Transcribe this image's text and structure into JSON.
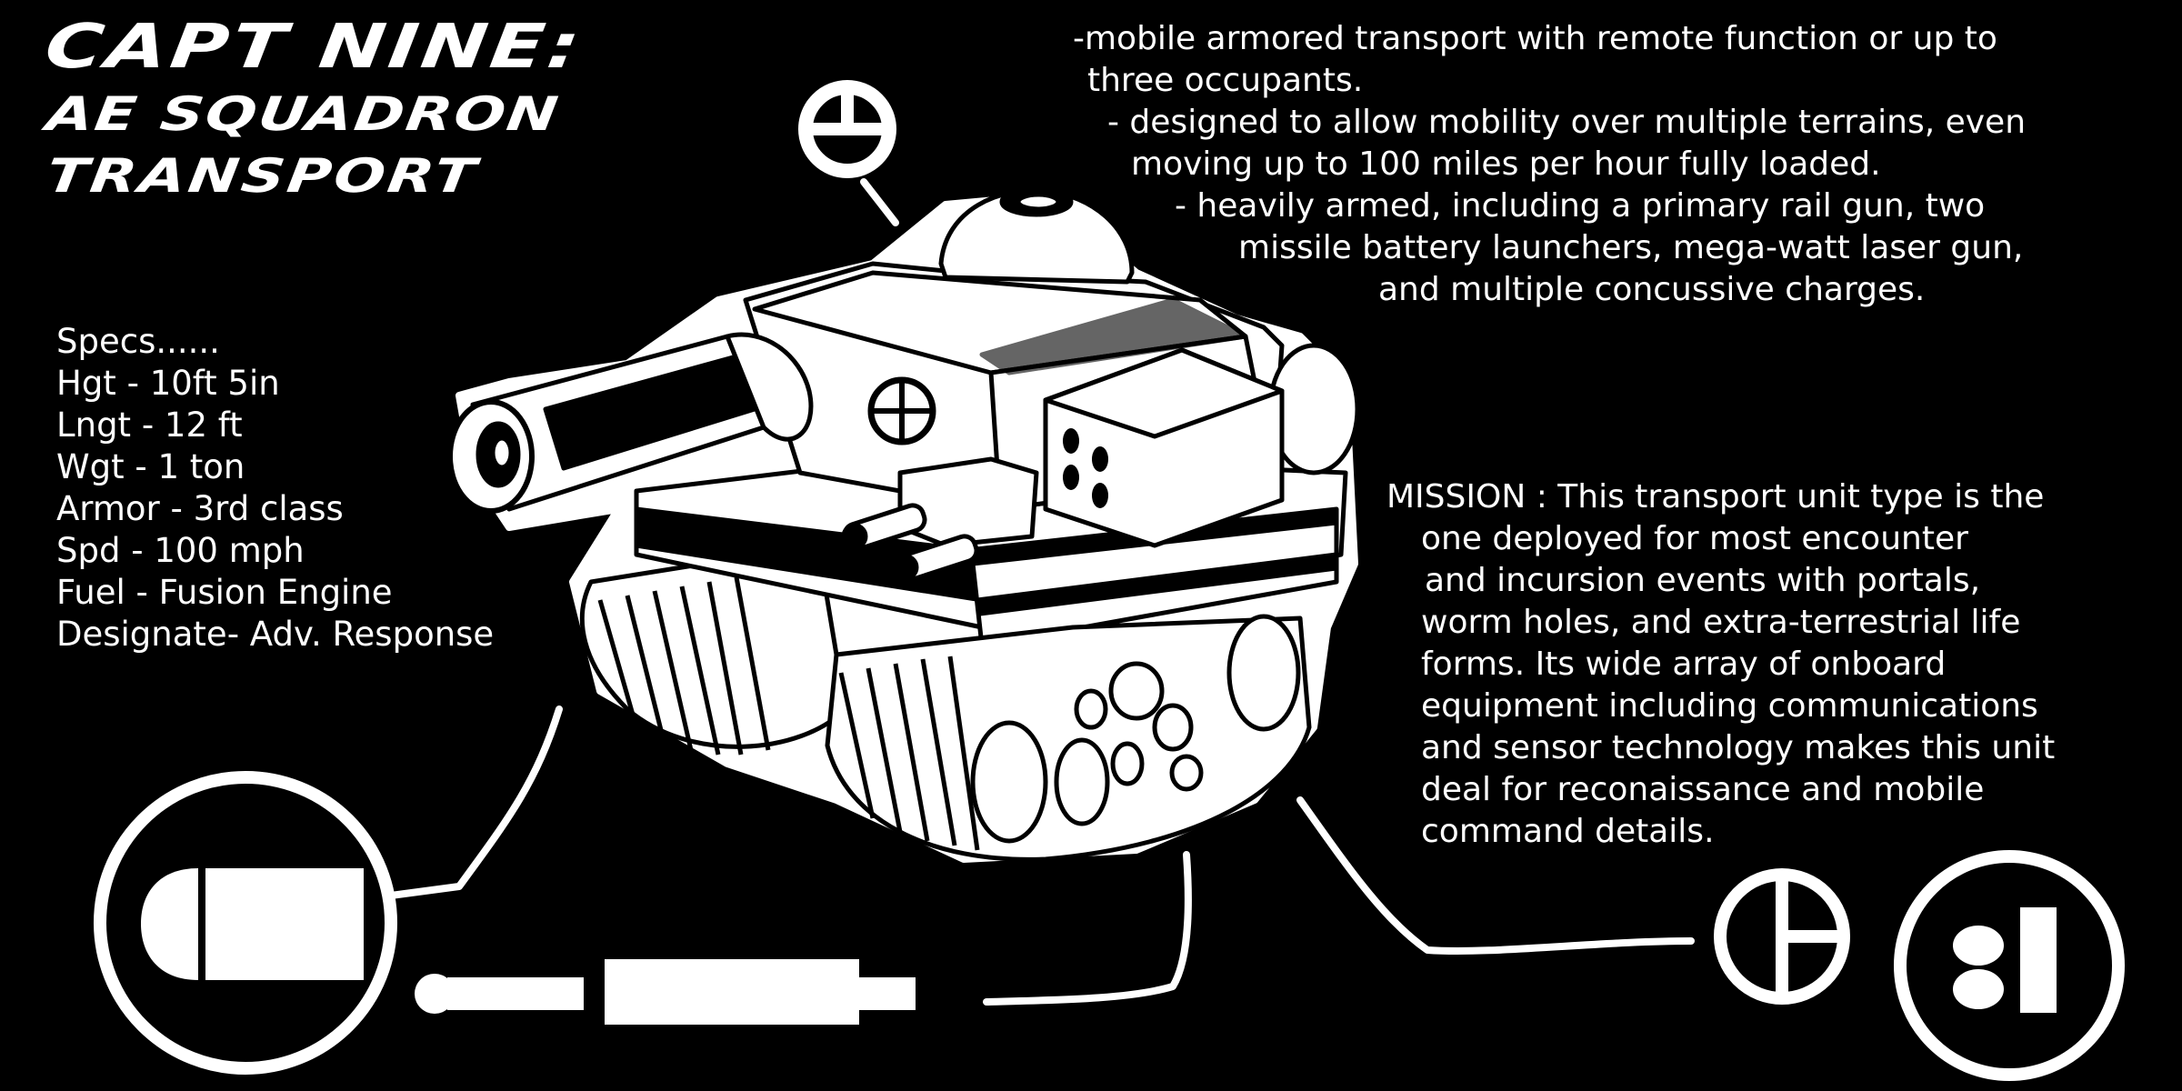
{
  "title": {
    "line1": "CAPT NINE:",
    "line2": "AE SQUADRON",
    "line3": "TRANSPORT"
  },
  "specs": {
    "heading": "Specs......",
    "items": [
      "Hgt - 10ft 5in",
      "Lngt - 12 ft",
      "Wgt - 1 ton",
      "Armor - 3rd class",
      "Spd - 100 mph",
      "Fuel - Fusion Engine",
      "Designate- Adv. Response"
    ]
  },
  "description": {
    "lines": [
      "-mobile armored transport with remote function or up to",
      "three occupants.",
      "- designed to allow mobility over multiple terrains, even",
      "moving up to 100 miles per hour fully loaded.",
      "- heavily armed, including a primary rail gun, two",
      "missile battery launchers, mega-watt laser gun,",
      "and multiple concussive charges."
    ]
  },
  "mission": {
    "lines": [
      "MISSION :  This transport unit type is the",
      "one deployed for most encounter",
      "and incursion events with portals,",
      "worm holes, and extra-terrestrial life",
      "forms.  Its wide array of onboard",
      "equipment including communications",
      "and sensor technology makes this unit",
      "deal for reconaissance and mobile",
      "command details."
    ]
  },
  "icons": {
    "crosshair": "crosshair-icon",
    "bullet": "bullet-icon",
    "missile": "missile-icon",
    "half_circle": "split-circle-icon",
    "dots": "dots-bar-icon",
    "tank": "tank-illustration"
  },
  "colors": {
    "background": "#000000",
    "foreground": "#ffffff"
  }
}
